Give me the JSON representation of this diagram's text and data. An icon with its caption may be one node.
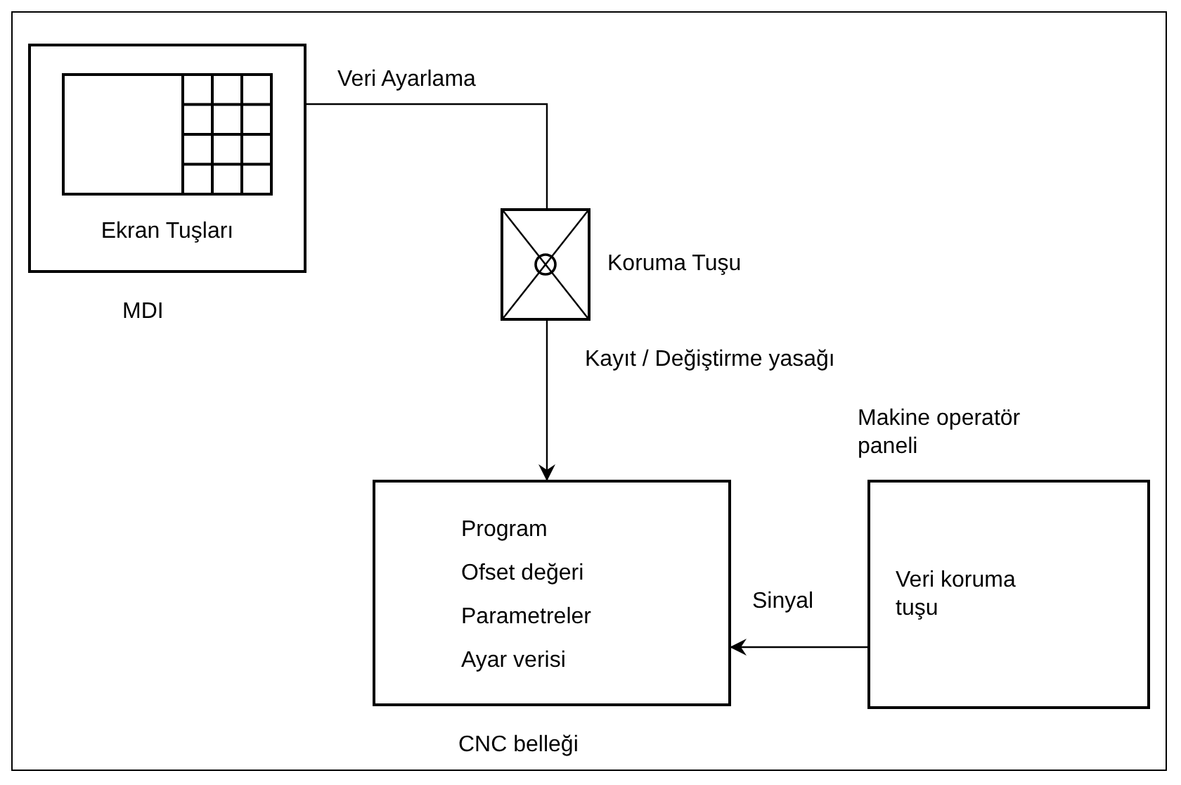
{
  "diagram": {
    "nodes": [
      {
        "text": [
          "Ekran Tuşları"
        ],
        "beside": [
          "MDI"
        ]
      },
      {
        "text": [],
        "shape": "box",
        "beside": [
          "Koruma Tuşu"
        ]
      },
      {
        "text": [
          "Program",
          "Ofset değeri",
          "Parametreler",
          "Ayar verisi"
        ],
        "beside": [
          "CNC belleği"
        ]
      },
      {
        "text": [
          "Veri koruma tuşu"
        ],
        "beside": [
          "Makine operatör paneli"
        ]
      }
    ],
    "edges": [
      {
        "from": 0,
        "to": 1,
        "arrow": "none",
        "label": "Veri Ayarlama"
      },
      {
        "from": 1,
        "to": 2,
        "arrow": "to",
        "label": "Kayıt / Değiştirme yasağı"
      },
      {
        "from": 3,
        "to": 2,
        "arrow": "to",
        "label": "Sinyal"
      }
    ]
  }
}
